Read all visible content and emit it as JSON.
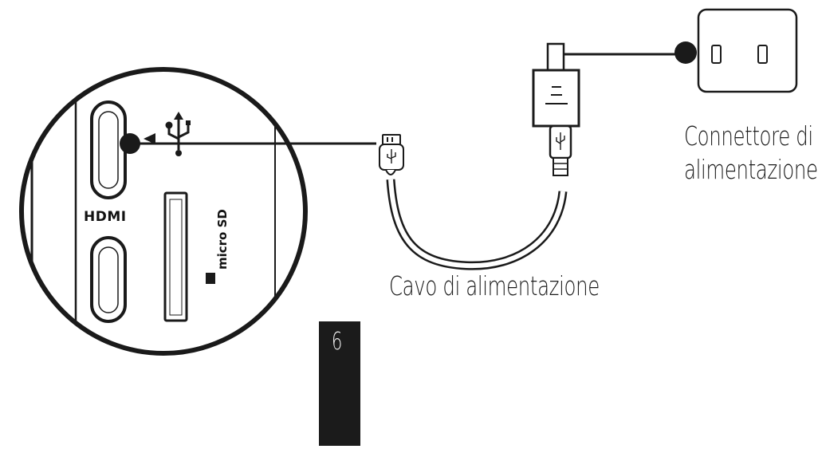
{
  "labels": {
    "power_connector": [
      "Connettore di",
      "alimentazione"
    ],
    "power_cable": "Cavo di alimentazione",
    "hdmi": "HDMI",
    "micro_sd": "micro SD",
    "page_number": "6"
  },
  "icons": {
    "usb_port": "usb-icon",
    "arrow": "triangle-left-icon",
    "charger_usb": "usb-icon",
    "cable_usb": "usb-icon",
    "outlet": "wall-outlet-icon"
  },
  "colors": {
    "line": "#1a1a1a",
    "page_tab": "#1b1b1b",
    "background": "#ffffff"
  }
}
